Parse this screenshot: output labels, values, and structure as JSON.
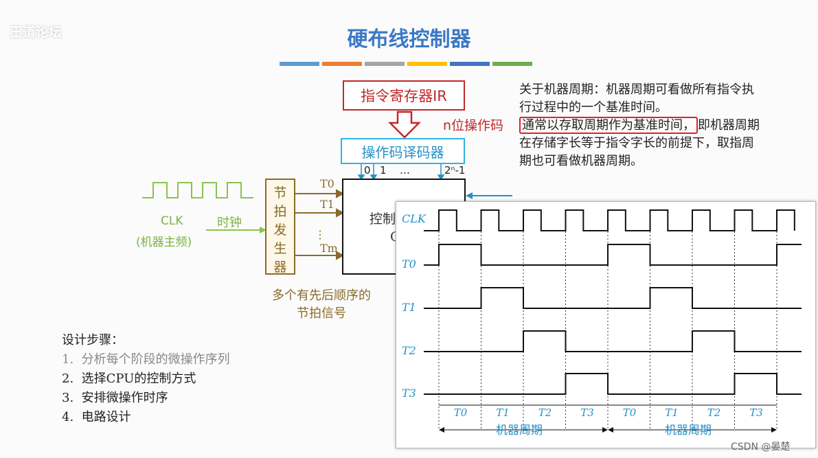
{
  "watermark": "王道论坛",
  "title": "硬布线控制器",
  "color_bar": [
    "#5b9bd5",
    "#ed7d31",
    "#a5a5a5",
    "#ffc000",
    "#4472c4",
    "#70ad47"
  ],
  "ir_label": "指令寄存器IR",
  "opcode_label": "n位操作码",
  "decoder_label": "操作码译码器",
  "decoder_outputs": [
    "0",
    "1",
    "…",
    "2ⁿ-1"
  ],
  "description": {
    "line1": "关于机器周期：机器周期可看做所有指令执",
    "line2": "行过程中的一个基准时间。",
    "highlight": "通常以存取周期作为基准时间，",
    "line3_rest": "即机器周期",
    "line4": "在存储字长等于指令字长的前提下，取指周",
    "line5": "期也可看做机器周期。"
  },
  "clock": {
    "label": "CLK",
    "sublabel": "(机器主频)",
    "arrow_label": "时钟"
  },
  "beat_generator": [
    "节",
    "拍",
    "发",
    "生",
    "器"
  ],
  "beat_outputs": [
    "T0",
    "T1",
    "⋮",
    "Tm"
  ],
  "controller_text": [
    "控制",
    "C"
  ],
  "beat_note": "多个有先后顺序的节拍信号",
  "steps": {
    "heading": "设计步骤：",
    "items": [
      {
        "num": "1.",
        "text": "分析每个阶段的微操作序列"
      },
      {
        "num": "2.",
        "text": "选择CPU的控制方式"
      },
      {
        "num": "3.",
        "text": "安排微操作时序"
      },
      {
        "num": "4.",
        "text": "电路设计"
      }
    ]
  },
  "timing": {
    "signals": [
      "CLK",
      "T0",
      "T1",
      "T2",
      "T3"
    ],
    "phase_labels": [
      "T0",
      "T1",
      "T2",
      "T3",
      "T0",
      "T1",
      "T2",
      "T3"
    ],
    "cycle_label": "机器周期"
  },
  "credit": "CSDN @晏楚"
}
